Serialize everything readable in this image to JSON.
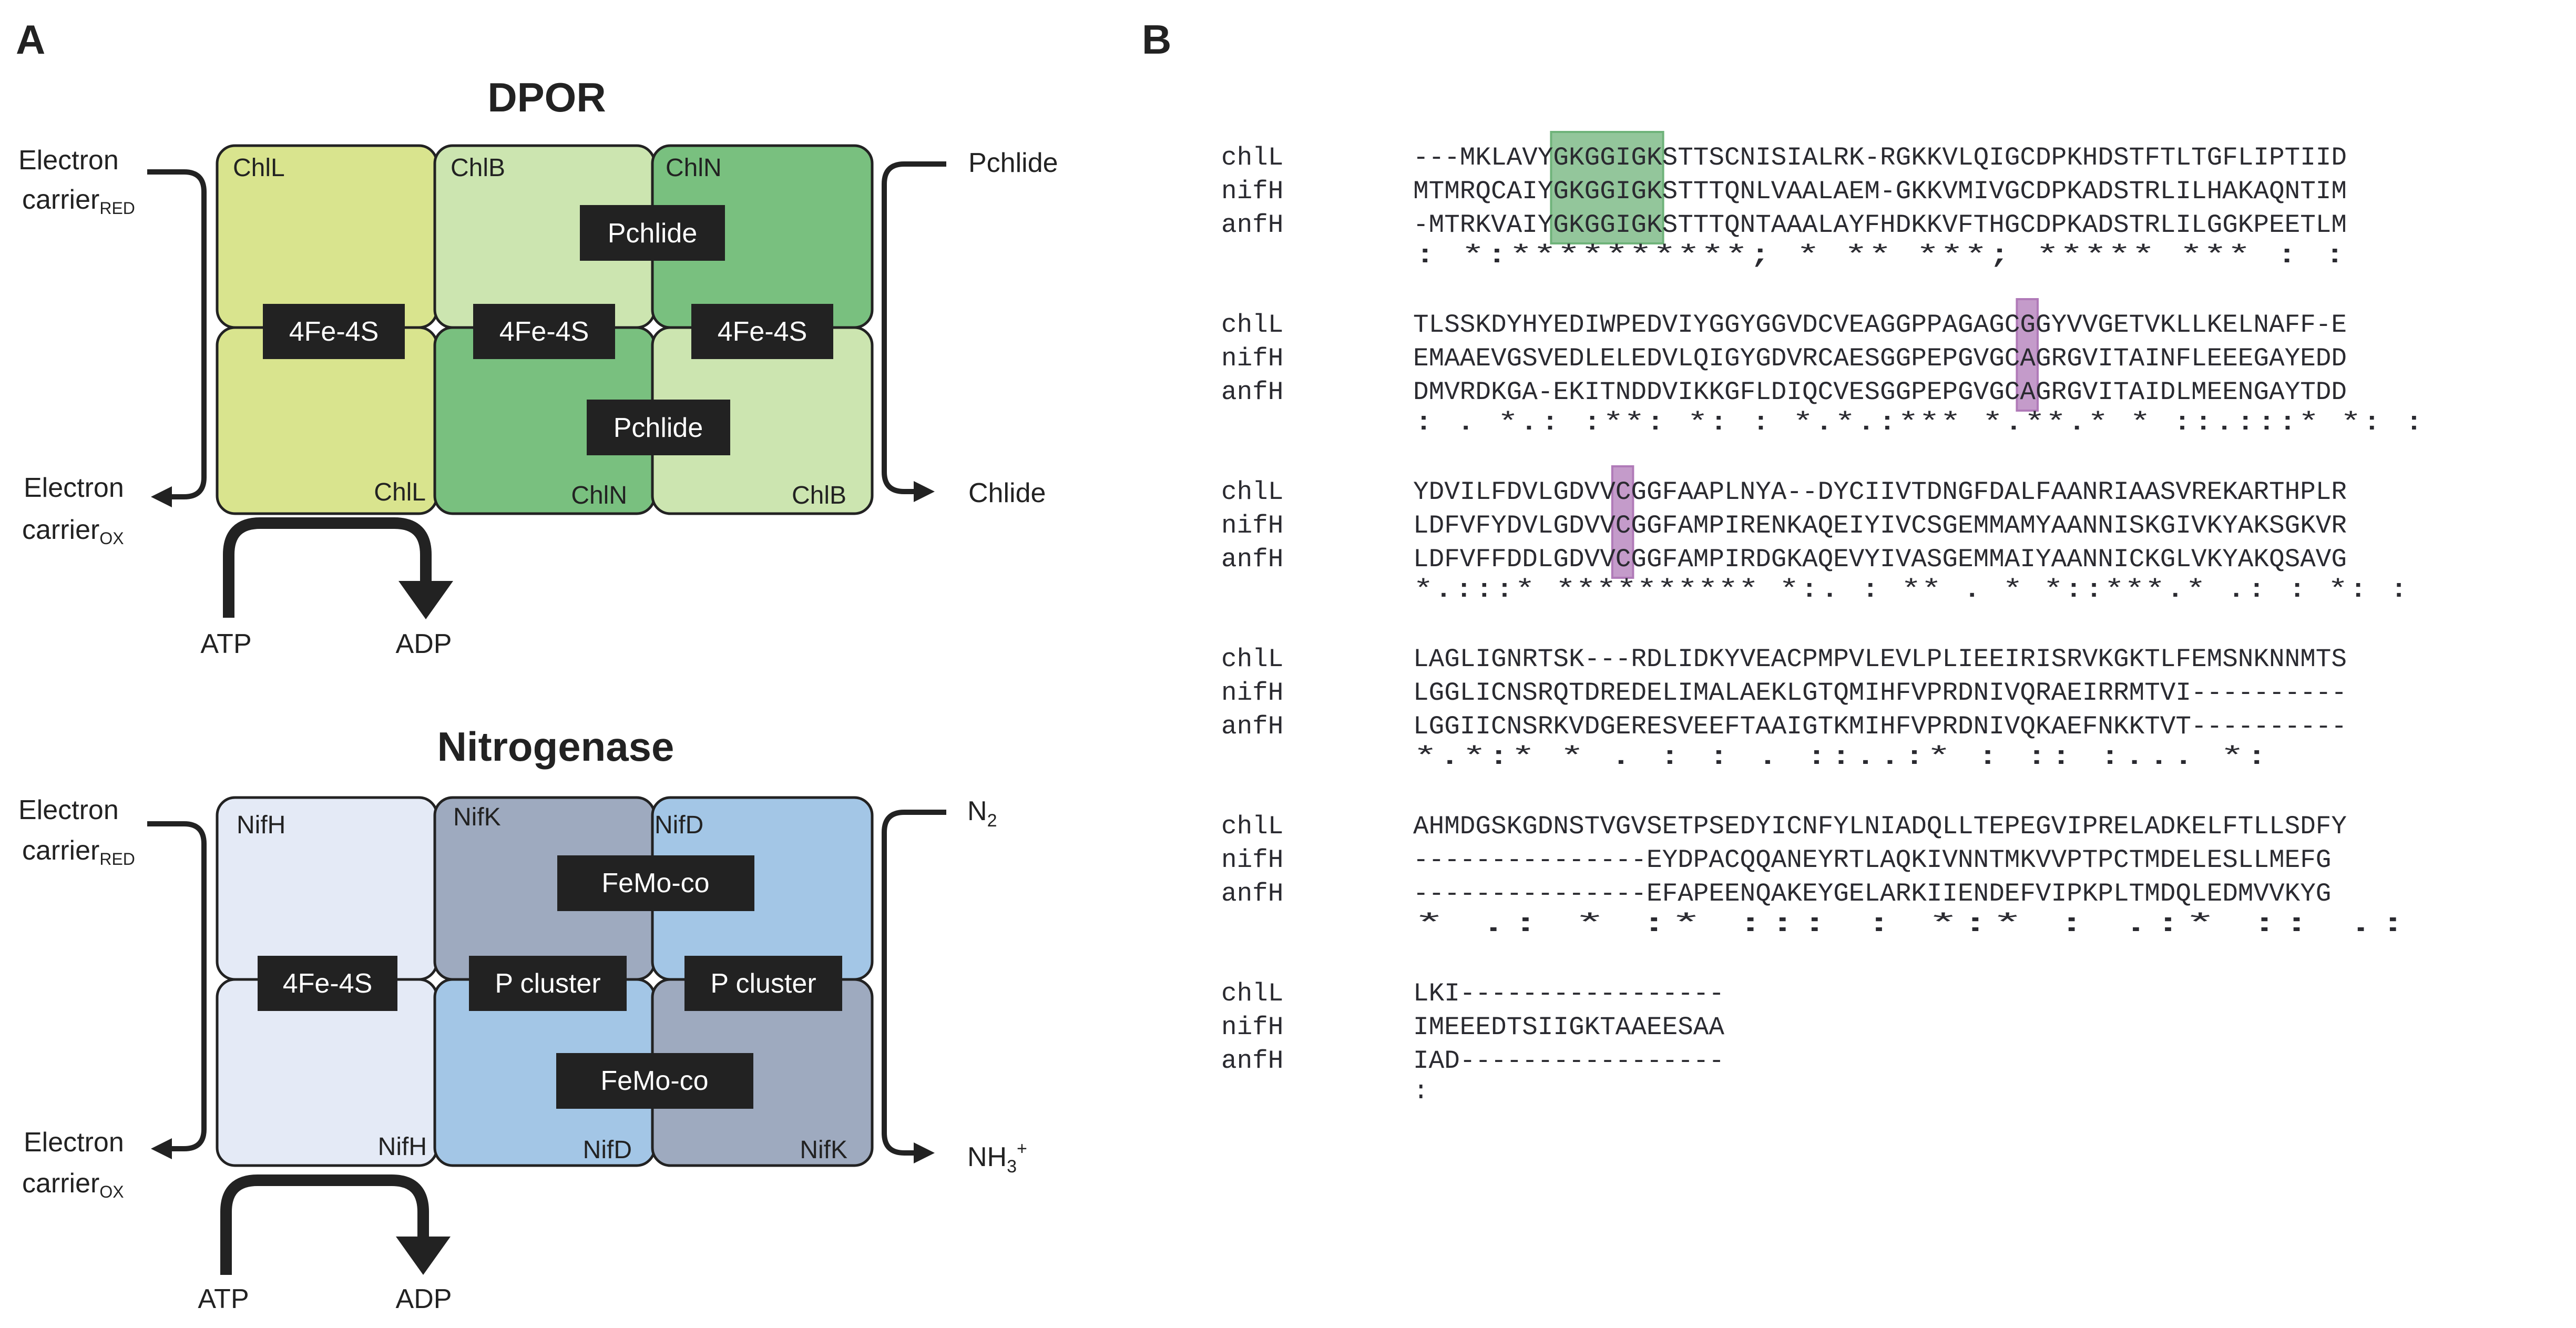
{
  "panel_a": {
    "letter": "A",
    "dpor": {
      "title": "DPOR",
      "colors": {
        "chlL": "#d9e48e",
        "chlB": "#cce5b0",
        "chlN": "#79c07f"
      },
      "top_labels": [
        "ChlL",
        "ChlB",
        "ChlN"
      ],
      "bottom_labels": [
        "ChlL",
        "ChlN",
        "ChlB"
      ],
      "cluster_labels": [
        "4Fe-4S",
        "4Fe-4S",
        "4Fe-4S"
      ],
      "substrate_labels": [
        "Pchlide",
        "Pchlide"
      ],
      "left_in_line1": "Electron",
      "left_in_line2": "carrier",
      "left_in_sub": "RED",
      "left_out_line1": "Electron",
      "left_out_line2": "carrier",
      "left_out_sub": "OX",
      "right_in": "Pchlide",
      "right_out": "Chlide",
      "atp": "ATP",
      "adp": "ADP"
    },
    "nitrogenase": {
      "title": "Nitrogenase",
      "colors": {
        "nifH": "#e4eaf6",
        "nifK": "#9eaabf",
        "nifD": "#a3c6e6"
      },
      "top_labels": [
        "NifH",
        "NifK",
        "NifD"
      ],
      "bottom_labels": [
        "NifH",
        "NifD",
        "NifK"
      ],
      "cluster_labels": [
        "4Fe-4S",
        "P cluster",
        "P cluster"
      ],
      "substrate_labels": [
        "FeMo-co",
        "FeMo-co"
      ],
      "left_in_line1": "Electron",
      "left_in_line2": "carrier",
      "left_in_sub": "RED",
      "left_out_line1": "Electron",
      "left_out_line2": "carrier",
      "left_out_sub": "OX",
      "right_in": "N",
      "right_in_sub": "2",
      "right_out": "NH",
      "right_out_sub": "3",
      "right_out_sup": "+",
      "atp": "ATP",
      "adp": "ADP"
    }
  },
  "panel_b": {
    "letter": "B",
    "highlight_colors": {
      "walker": "#6fb37a",
      "cys": "#b07ab8"
    },
    "blocks": [
      {
        "rows": [
          {
            "name": "chlL",
            "seq": "---MKLAVYGKGGIGKSTTSCNISIALRK-RGKKVLQIGCDPKHDSTFTLTGFLIPTIID"
          },
          {
            "name": "nifH",
            "seq": "MTMRQCAIYGKGGIGKSTTTQNLVAALAEM-GKKVMIVGCDPKADSTRLILHAKAQNTIM"
          },
          {
            "name": "anfH",
            "seq": "-MTRKVAIYGKGGIGKSTTTQNTAAALAYFHDKKVFTHGCDPKADSTRLILGGKPEETLM"
          }
        ],
        "consensus": "  : *:**********; *   **     ***;  ***** ***   :           :"
      },
      {
        "rows": [
          {
            "name": "chlL",
            "seq": "TLSSKDYHYEDIWPEDVIYGGYGGVDCVEAGGPPAGAGCGGYVVGETVKLLKELNAFF-E"
          },
          {
            "name": "nifH",
            "seq": "EMAAEVGSVEDLELEDVLQIGYGDVRCAESGGPEPGVGCAGRGVITAINFLEEEGAYEDD"
          },
          {
            "name": "anfH",
            "seq": "DMVRDKGA-EKITNDDVIKKGFLDIQCVESGGPEPGVGCAGRGVITAIDLMEENGAYTDD"
          }
        ],
        "consensus": " :   .      *.:  :**:  *:  : *.*.:***  *.**.*  *   ::.:::*  *:  :"
      },
      {
        "rows": [
          {
            "name": "chlL",
            "seq": "YDVILFDVLGDVVCGGFAAPLNYA--DYCIIVTDNGFDALFAANRIAASVREKARTHPLR"
          },
          {
            "name": "nifH",
            "seq": "LDFVFYDVLGDVVCGGFAMPIRENKAQEIYIVCSGEMMAMYAANNISKGIVKYAKSGKVR"
          },
          {
            "name": "anfH",
            "seq": "LDFVFFDDLGDVVCGGFAMPIRDGKAQEVYIVASGEMMAIYAANNICKGLVKYAKQSAVG"
          }
        ],
        "consensus": " *.:::* **********  *:.     :    **  .   * *::***.*  .: : *:   :"
      },
      {
        "rows": [
          {
            "name": "chlL",
            "seq": "LAGLIGNRTSK---RDLIDKYVEACPMPVLEVLPLIEEIRISRVKGKTLFEMSNKNNMTS"
          },
          {
            "name": "nifH",
            "seq": "LGGLICNSRQTDREDELIMALAEKLGTQMIHFVPRDNIVQRAEIRRMTVI----------"
          },
          {
            "name": "anfH",
            "seq": "LGGIICNSRKVDGERESVEEFTAAIGTKMIHFVPRDNIVQKAEFNKKTVT----------"
          }
        ],
        "consensus": "*.*:* *   .      : :    .        ::..:*  : :: :...   *:"
      },
      {
        "rows": [
          {
            "name": "chlL",
            "seq": "AHMDGSKGDNSTVGVSETPSEDYICNFYLNIADQLLTEPEGVIPRELADKELFTLLSDFY"
          },
          {
            "name": "nifH",
            "seq": "---------------EYDPACQQANEYRTLAQKIVNNTMKVVPTPCTMDELESLLMEFG"
          },
          {
            "name": "anfH",
            "seq": "---------------EFAPEENQAKEYGELARKIIENDEFVIPKPLTMDQLEDMVVKYG"
          }
        ],
        "consensus": "               *            .: *  :* ::: :    *:*   : .:*  :: .:"
      },
      {
        "rows": [
          {
            "name": "chlL",
            "seq": "LKI-----------------"
          },
          {
            "name": "nifH",
            "seq": "IMEEEDTSIIGKTAAEESAA"
          },
          {
            "name": "anfH",
            "seq": "IAD-----------------"
          }
        ],
        "consensus": ":"
      }
    ]
  }
}
